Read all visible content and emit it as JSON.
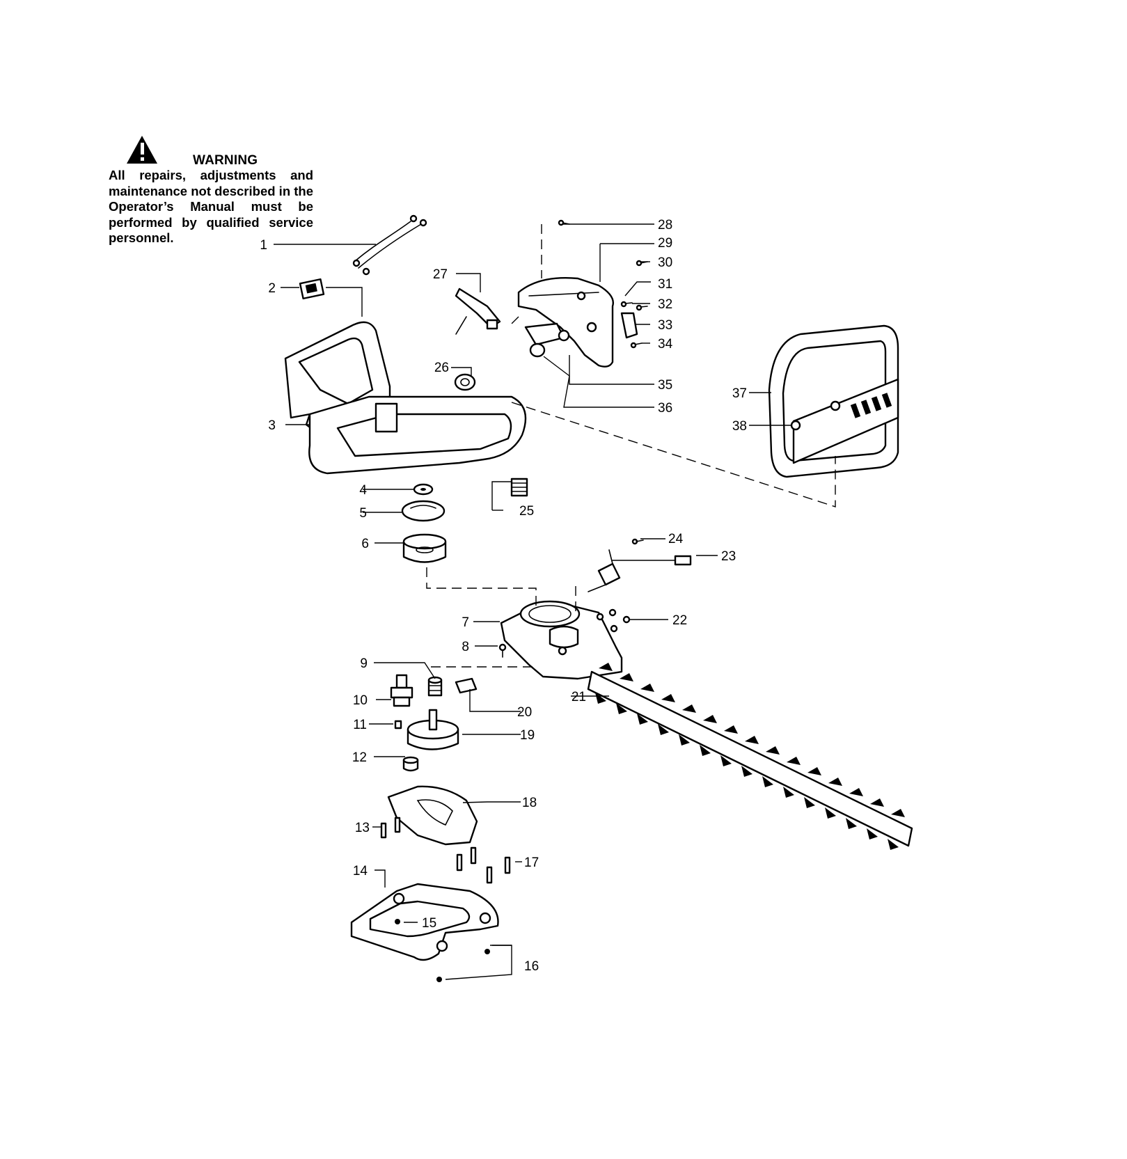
{
  "warning": {
    "icon": "warning-triangle-icon",
    "title": "WARNING",
    "text": "All repairs, adjustments and maintenance not described in the Operator’s Manual must be performed by qualified service personnel."
  },
  "callouts": [
    "1",
    "2",
    "3",
    "4",
    "5",
    "6",
    "7",
    "8",
    "9",
    "10",
    "11",
    "12",
    "13",
    "14",
    "15",
    "16",
    "17",
    "18",
    "19",
    "20",
    "21",
    "22",
    "23",
    "24",
    "25",
    "26",
    "27",
    "28",
    "29",
    "30",
    "31",
    "32",
    "33",
    "34",
    "35",
    "36",
    "37",
    "38"
  ]
}
